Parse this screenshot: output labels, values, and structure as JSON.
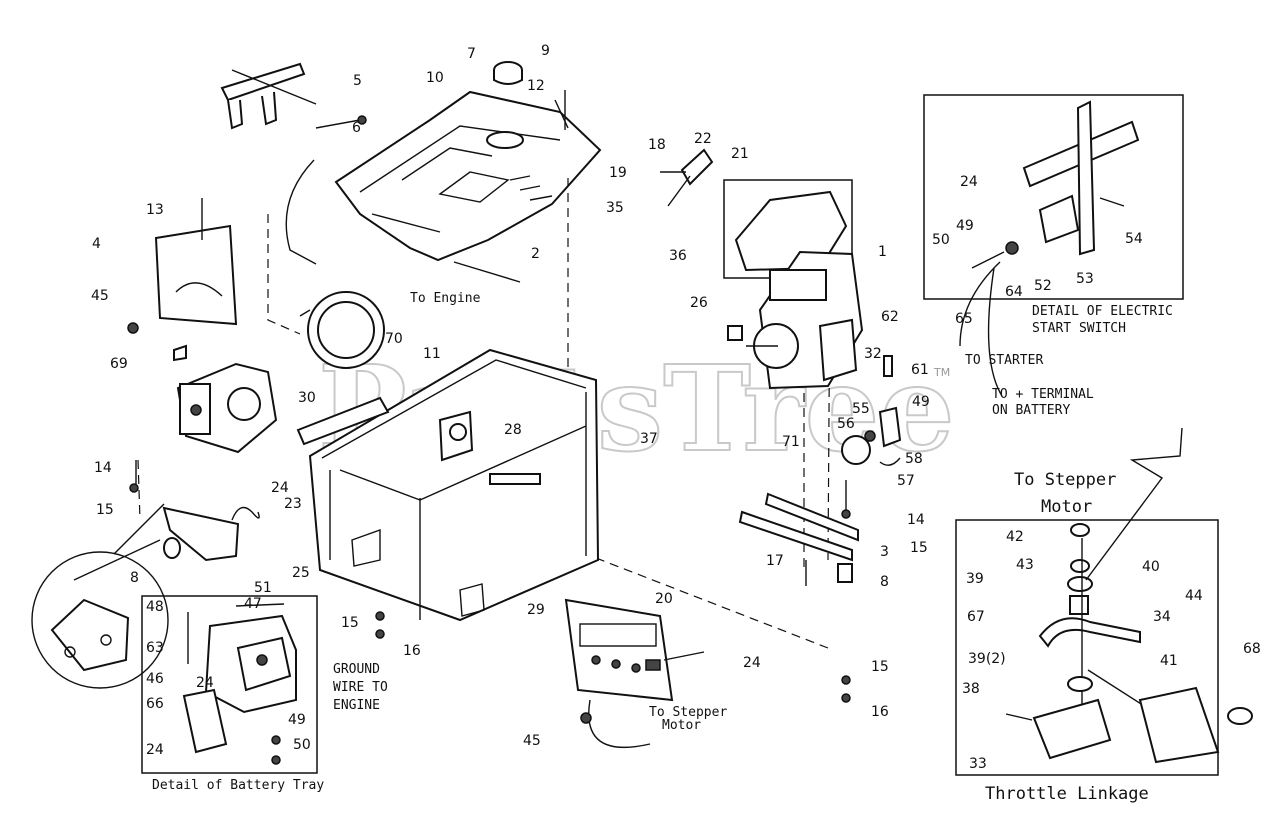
{
  "watermark": {
    "brand": "PartsTree",
    "tm": "TM"
  },
  "callouts": [
    {
      "id": "c7",
      "text": "7"
    },
    {
      "id": "c9",
      "text": "9"
    },
    {
      "id": "c5",
      "text": "5"
    },
    {
      "id": "c10",
      "text": "10"
    },
    {
      "id": "c12",
      "text": "12"
    },
    {
      "id": "c6",
      "text": "6"
    },
    {
      "id": "c13",
      "text": "13"
    },
    {
      "id": "c4",
      "text": "4"
    },
    {
      "id": "c2",
      "text": "2"
    },
    {
      "id": "c45a",
      "text": "45"
    },
    {
      "id": "c69",
      "text": "69"
    },
    {
      "id": "c70",
      "text": "70"
    },
    {
      "id": "c11",
      "text": "11"
    },
    {
      "id": "c30",
      "text": "30"
    },
    {
      "id": "c28",
      "text": "28"
    },
    {
      "id": "c37",
      "text": "37"
    },
    {
      "id": "c14a",
      "text": "14"
    },
    {
      "id": "c15a",
      "text": "15"
    },
    {
      "id": "c24a",
      "text": "24"
    },
    {
      "id": "c23",
      "text": "23"
    },
    {
      "id": "c8a",
      "text": "8"
    },
    {
      "id": "c51",
      "text": "51"
    },
    {
      "id": "c25",
      "text": "25"
    },
    {
      "id": "c15b",
      "text": "15"
    },
    {
      "id": "c16a",
      "text": "16"
    },
    {
      "id": "c48",
      "text": "48"
    },
    {
      "id": "c47",
      "text": "47"
    },
    {
      "id": "c63",
      "text": "63"
    },
    {
      "id": "c24b",
      "text": "24"
    },
    {
      "id": "c46",
      "text": "46"
    },
    {
      "id": "c66",
      "text": "66"
    },
    {
      "id": "c49a",
      "text": "49"
    },
    {
      "id": "c50a",
      "text": "50"
    },
    {
      "id": "c24c",
      "text": "24"
    },
    {
      "id": "c29",
      "text": "29"
    },
    {
      "id": "c20",
      "text": "20"
    },
    {
      "id": "c24d",
      "text": "24"
    },
    {
      "id": "c45b",
      "text": "45"
    },
    {
      "id": "c18",
      "text": "18"
    },
    {
      "id": "c22",
      "text": "22"
    },
    {
      "id": "c21",
      "text": "21"
    },
    {
      "id": "c19",
      "text": "19"
    },
    {
      "id": "c35",
      "text": "35"
    },
    {
      "id": "c36",
      "text": "36"
    },
    {
      "id": "c1",
      "text": "1"
    },
    {
      "id": "c26",
      "text": "26"
    },
    {
      "id": "c62",
      "text": "62"
    },
    {
      "id": "c32",
      "text": "32"
    },
    {
      "id": "c61",
      "text": "61"
    },
    {
      "id": "c55",
      "text": "55"
    },
    {
      "id": "c49b",
      "text": "49"
    },
    {
      "id": "c71",
      "text": "71"
    },
    {
      "id": "c56",
      "text": "56"
    },
    {
      "id": "c58",
      "text": "58"
    },
    {
      "id": "c57",
      "text": "57"
    },
    {
      "id": "c14b",
      "text": "14"
    },
    {
      "id": "c15c",
      "text": "15"
    },
    {
      "id": "c3",
      "text": "3"
    },
    {
      "id": "c17",
      "text": "17"
    },
    {
      "id": "c8b",
      "text": "8"
    },
    {
      "id": "c15d",
      "text": "15"
    },
    {
      "id": "c16b",
      "text": "16"
    },
    {
      "id": "c24e",
      "text": "24"
    },
    {
      "id": "c49c",
      "text": "49"
    },
    {
      "id": "c50b",
      "text": "50"
    },
    {
      "id": "c54",
      "text": "54"
    },
    {
      "id": "c52",
      "text": "52"
    },
    {
      "id": "c64",
      "text": "64"
    },
    {
      "id": "c53",
      "text": "53"
    },
    {
      "id": "c65",
      "text": "65"
    },
    {
      "id": "c42",
      "text": "42"
    },
    {
      "id": "c43",
      "text": "43"
    },
    {
      "id": "c40",
      "text": "40"
    },
    {
      "id": "c39a",
      "text": "39"
    },
    {
      "id": "c44",
      "text": "44"
    },
    {
      "id": "c67",
      "text": "67"
    },
    {
      "id": "c34",
      "text": "34"
    },
    {
      "id": "c392",
      "text": "39(2)"
    },
    {
      "id": "c41",
      "text": "41"
    },
    {
      "id": "c68",
      "text": "68"
    },
    {
      "id": "c38",
      "text": "38"
    },
    {
      "id": "c33",
      "text": "33"
    }
  ],
  "captions": {
    "to_engine": "To Engine",
    "ground_wire": [
      "GROUND",
      "WIRE TO",
      "ENGINE"
    ],
    "battery_tray": "Detail of Battery Tray",
    "to_stepper_small": [
      "To Stepper",
      "Motor"
    ],
    "electric_start": [
      "DETAIL OF ELECTRIC",
      "START SWITCH"
    ],
    "to_starter": "TO STARTER",
    "to_battery": [
      "TO + TERMINAL",
      "ON BATTERY"
    ],
    "to_stepper_large": [
      "To Stepper",
      "Motor"
    ],
    "throttle_linkage": "Throttle Linkage"
  }
}
